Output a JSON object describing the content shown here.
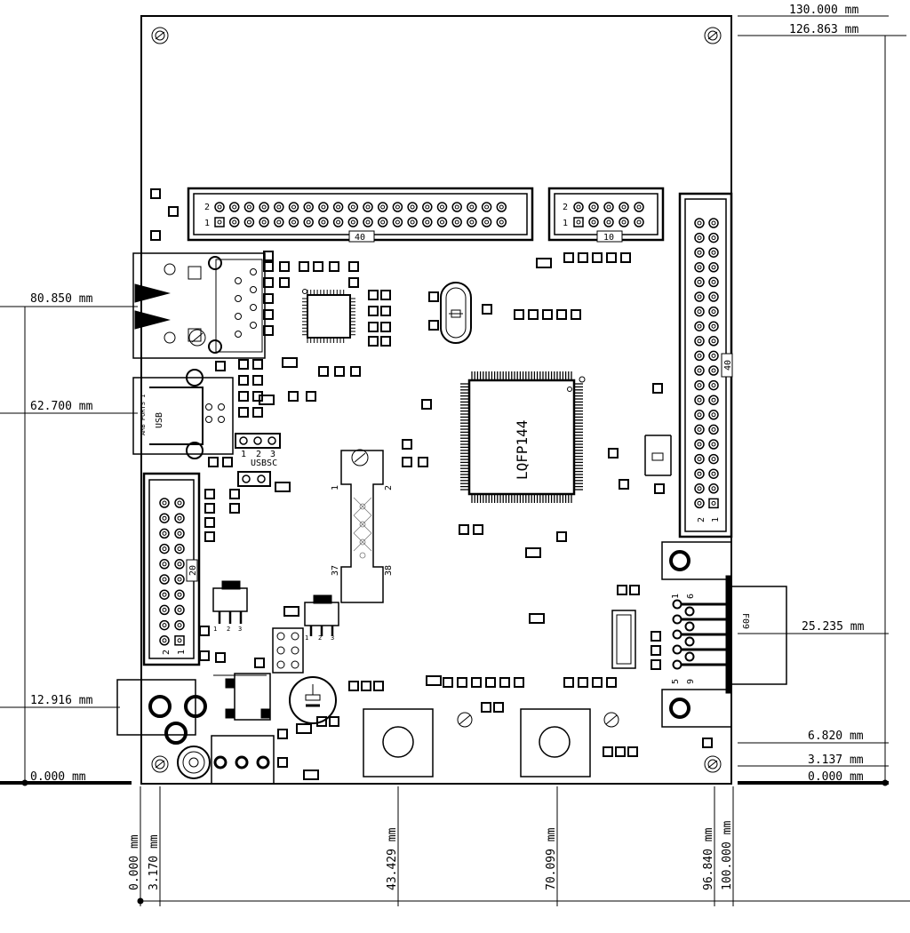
{
  "dimensions": {
    "right": [
      "130.000 mm",
      "126.863 mm",
      "25.235 mm",
      "6.820 mm",
      "3.137 mm",
      "0.000 mm"
    ],
    "left": [
      "80.850 mm",
      "62.700 mm",
      "12.916 mm",
      "0.000 mm"
    ],
    "bottom": [
      "0.000 mm",
      "3.170 mm",
      "43.429 mm",
      "70.099 mm",
      "96.840 mm",
      "100.000 mm"
    ]
  },
  "labels": {
    "chip": "LQFP144",
    "usb": "USB",
    "usb_vertical": "AMB PORTS 1",
    "usbsc": "USBSC",
    "usbsc_pins": [
      "1",
      "2",
      "3"
    ],
    "hdr40": "40",
    "hdr10": "10",
    "hdr40v": "40",
    "hdr20": "20",
    "db9": "F09",
    "pin_one": "1",
    "pin_two": "2",
    "db_pins": [
      "1",
      "6",
      "5",
      "9"
    ],
    "conn_pins": [
      "1",
      "2",
      "37",
      "38"
    ],
    "sw_pins": [
      "1",
      "2",
      "3"
    ]
  }
}
